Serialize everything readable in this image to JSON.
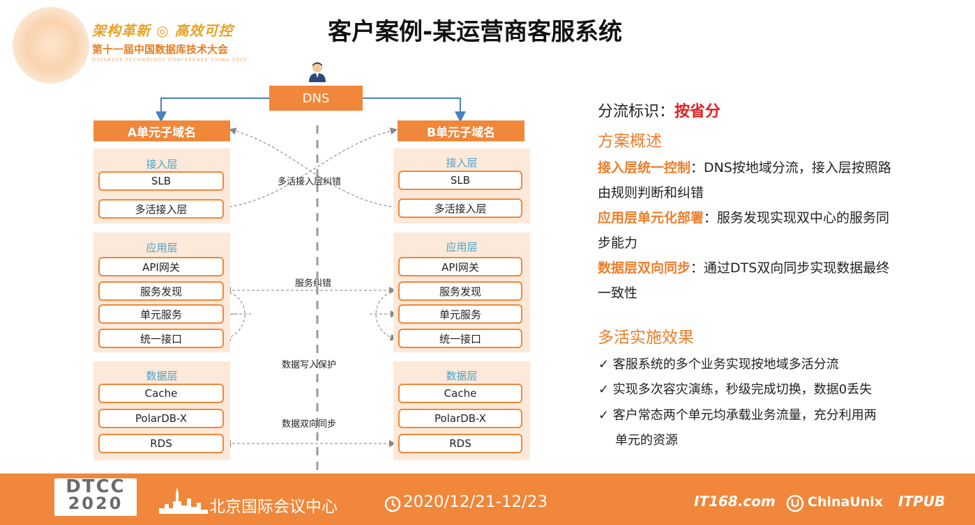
{
  "header": {
    "slogan": "架构革新 ◎ 高效可控",
    "conference": "第十一届中国数据库技术大会",
    "conference_en": "DATABASE TECHNOLOGY CONFERENCE CHINA 2020",
    "title": "客户案例-某运营商客服系统"
  },
  "diagram": {
    "dns": "DNS",
    "left": {
      "head": "A单元子域名",
      "access": {
        "title": "接入层",
        "items": [
          "SLB",
          "多活接入层"
        ]
      },
      "app": {
        "title": "应用层",
        "items": [
          "API网关",
          "服务发现",
          "单元服务",
          "统一接口"
        ]
      },
      "data": {
        "title": "数据层",
        "items": [
          "Cache",
          "PolarDB-X",
          "RDS"
        ]
      }
    },
    "right": {
      "head": "B单元子域名",
      "access": {
        "title": "接入层",
        "items": [
          "SLB",
          "多活接入层"
        ]
      },
      "app": {
        "title": "应用层",
        "items": [
          "API网关",
          "服务发现",
          "单元服务",
          "统一接口"
        ]
      },
      "data": {
        "title": "数据层",
        "items": [
          "Cache",
          "PolarDB-X",
          "RDS"
        ]
      }
    },
    "annotations": {
      "access": "多活接入层纠错",
      "service": "服务纠错",
      "write": "数据写入保护",
      "sync": "数据双向同步"
    }
  },
  "right_panel": {
    "split_label": "分流标识：",
    "split_value": "按省分",
    "overview_head": "方案概述",
    "p1_key": "接入层统一控制",
    "p1_a": "：DNS按地域分流，接入层按照路",
    "p1_b": "由规则判断和纠错",
    "p2_key": "应用层单元化部署",
    "p2_a": "：服务发现实现双中心的服务同",
    "p2_b": "步能力",
    "p3_key": "数据层双向同步",
    "p3_a": "：通过DTS双向同步实现数据最终",
    "p3_b": "一致性",
    "effect_head": "多活实施效果",
    "check1": "✓ 客服系统的多个业务实现按地域多活分流",
    "check2": "✓ 实现多次容灾演练，秒级完成切换，数据0丢失",
    "check3a": "✓ 客户常态两个单元均承载业务流量，充分利用两",
    "check3b": "单元的资源"
  },
  "footer": {
    "dtcc_top": "DTCC",
    "dtcc_year": "2020",
    "venue": "北京国际会议中心",
    "date": "2020/12/21-12/23",
    "logo1": "IT168.com",
    "logo2": "ChinaUnix",
    "logo3": "ITPUB"
  },
  "colors": {
    "accent": "#f0873a",
    "panel": "#fde9d9",
    "layer_title": "#4aa3c9",
    "highlight_red": "#e02020"
  }
}
